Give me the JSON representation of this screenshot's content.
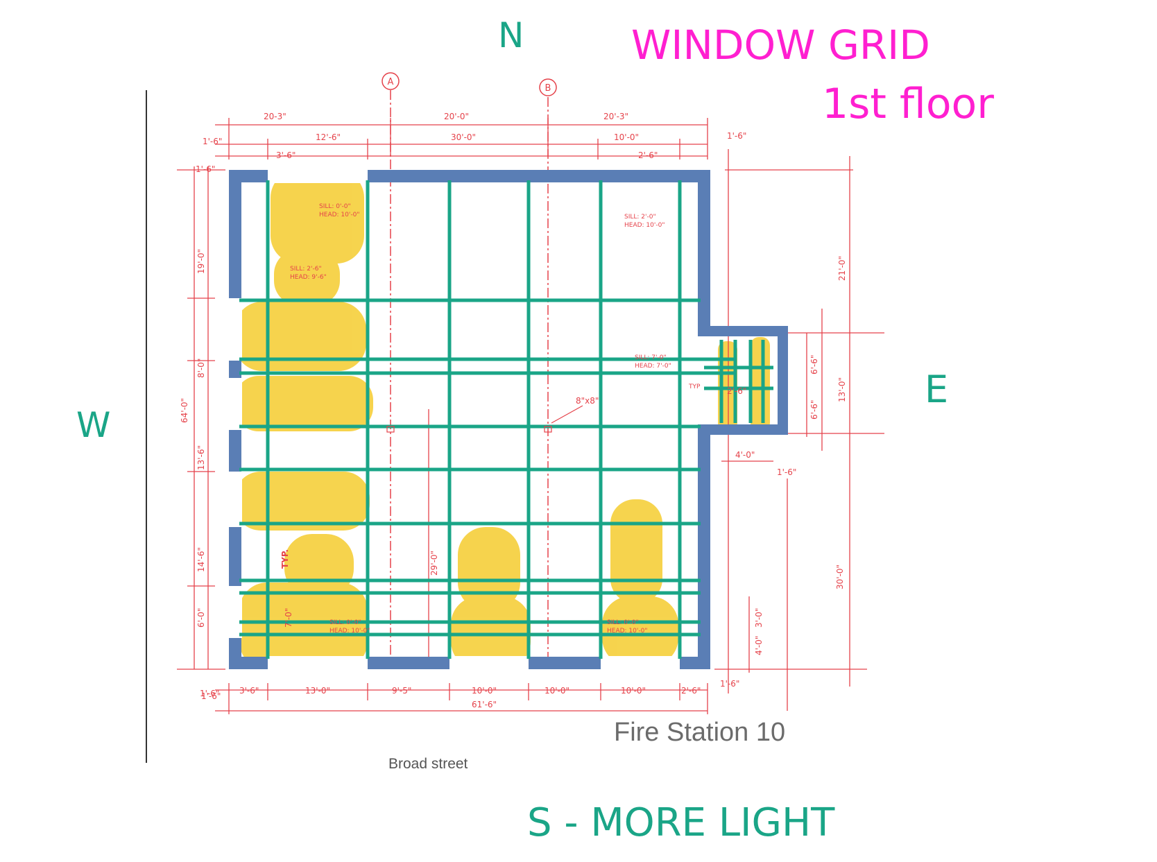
{
  "title": {
    "line1": "WINDOW GRID",
    "line2": "1st floor"
  },
  "compass": {
    "north": "N",
    "south": "S - MORE LIGHT",
    "east": "E",
    "west": "W"
  },
  "gridlines": {
    "a": "A",
    "b": "B"
  },
  "labels": {
    "building": "Fire Station 10",
    "street": "Broad street",
    "typ": "TYP.",
    "typ_small": "TYP",
    "column": "8\"x8\""
  },
  "dims": {
    "top_outer": [
      "20-3\"",
      "20'-0\"",
      "20'-3\""
    ],
    "top_inner": [
      "12'-6\"",
      "30'-0\"",
      "10'-0\""
    ],
    "top_small": [
      "1'-6\"",
      "3'-6\"",
      "2'-6\"",
      "1'-6\""
    ],
    "bottom": [
      "3'-6\"",
      "13'-0\"",
      "9'-5\"",
      "10'-0\"",
      "10'-0\"",
      "10'-0\"",
      "2'-6\""
    ],
    "bottom_total": "61'-6\"",
    "bottom_small": [
      "1'-6\"",
      "1'-6\""
    ],
    "left": [
      "19'-0\"",
      "8'-0\"",
      "13'-6\"",
      "14'-6\"",
      "6'-0\""
    ],
    "left_total": "64'-0\"",
    "left_small": [
      "1'-6\"",
      "1'-6\""
    ],
    "right": [
      "21'-0\"",
      "13'-0\"",
      "30'-0\""
    ],
    "right_small": [
      "6'-6\"",
      "6'-6\"",
      "4'-0\"",
      "1'-6\"",
      "3'-0\"",
      "4'-0\""
    ],
    "interior": [
      "29'-0\"",
      "7'-0\""
    ],
    "bay_small": "2'-6\""
  },
  "notes": {
    "n1": [
      "SILL: 0'-0\"",
      "HEAD: 10'-0\""
    ],
    "n2": [
      "SILL: 2'-0\"",
      "HEAD: 10'-0\""
    ],
    "n3": [
      "SILL: 2'-6\"",
      "HEAD: 9'-6\""
    ],
    "n4": [
      "SILL: 7'-0\"",
      "HEAD: 7'-0\""
    ],
    "n5": [
      "SILL: 0'-0\"",
      "HEAD: 10'-0\""
    ],
    "n6": [
      "SILL: 0'-0\"",
      "HEAD: 10'-0\""
    ]
  },
  "colors": {
    "wall": "#5a7eb5",
    "grid": "#1aa587",
    "dimension": "#e5424a",
    "highlight": "#f5cc2f",
    "title": "#ff1fd0",
    "text": "#6b6b6b"
  }
}
